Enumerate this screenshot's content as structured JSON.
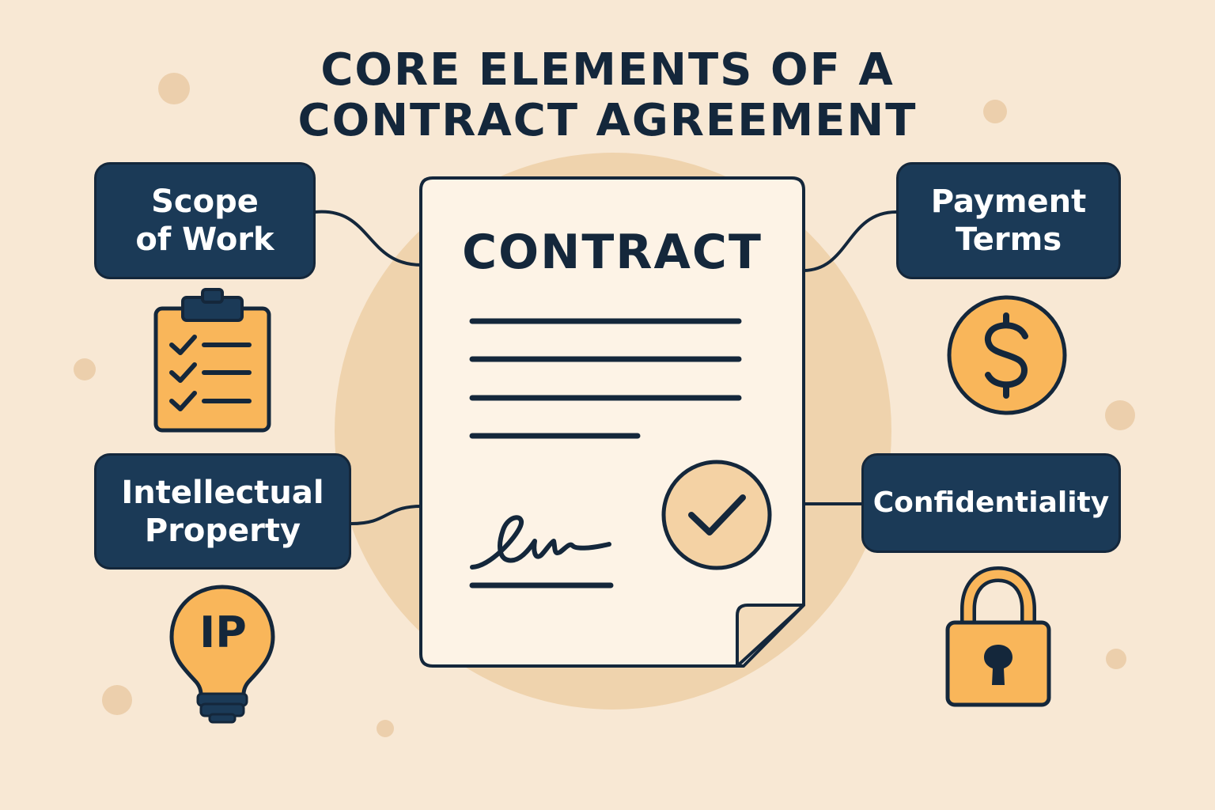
{
  "title": {
    "line1": "CORE ELEMENTS OF A",
    "line2": "CONTRACT AGREEMENT"
  },
  "document": {
    "heading": "CONTRACT",
    "icons": [
      "signature-icon",
      "checkmark-seal-icon",
      "folded-corner-icon"
    ]
  },
  "elements": [
    {
      "line1": "Scope",
      "line2": "of Work",
      "icon": "clipboard-checklist-icon"
    },
    {
      "line1": "Intellectual",
      "line2": "Property",
      "icon": "lightbulb-icon",
      "icon_text": "IP"
    },
    {
      "line1": "Payment",
      "line2": "Terms",
      "icon": "dollar-coin-icon"
    },
    {
      "line1": "Confidentiality",
      "icon": "padlock-icon"
    }
  ],
  "colors": {
    "background": "#f8e8d4",
    "navy": "#1b3a57",
    "outline": "#14273b",
    "accent": "#f9b65a",
    "paper": "#fdf3e6",
    "circle": "#efd3ad",
    "dots": "#eccfac"
  }
}
